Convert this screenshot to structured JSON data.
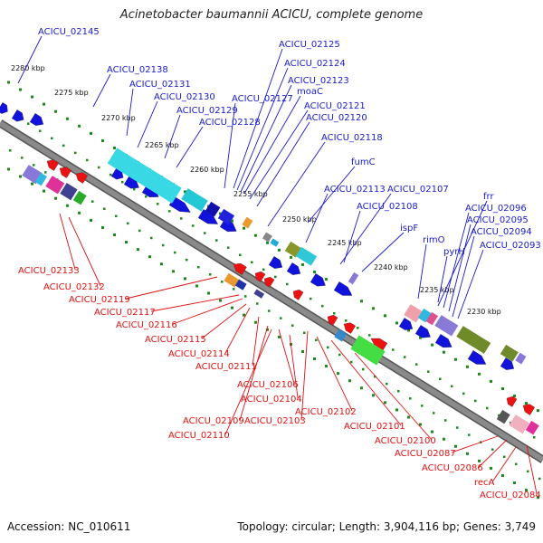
{
  "title": "Acinetobacter baumannii ACICU, complete genome",
  "footer": {
    "accession": "Accession: NC_010611",
    "topology": "Topology: circular; Length: 3,904,116 bp; Genes: 3,749"
  },
  "colors": {
    "forward_label": "#1a1acc",
    "reverse_label": "#dd1111",
    "backbone": "#8a8a8a",
    "tick_dot": "#1e8a1e"
  },
  "scale_labels": [
    "2280 kbp",
    "2275 kbp",
    "2270 kbp",
    "2265 kbp",
    "2260 kbp",
    "2255 kbp",
    "2250 kbp",
    "2245 kbp",
    "2240 kbp",
    "2235 kbp",
    "2230 kbp"
  ],
  "forward_labels": [
    "ACICU_02145",
    "ACICU_02138",
    "ACICU_02131",
    "ACICU_02130",
    "ACICU_02129",
    "ACICU_02128",
    "ACICU_02127",
    "ACICU_02125",
    "ACICU_02124",
    "moaC",
    "ACICU_02123",
    "ACICU_02121",
    "ACICU_02120",
    "ACICU_02118",
    "fumC",
    "ACICU_02113",
    "ACICU_02107",
    "ACICU_02108",
    "ispF",
    "rimO",
    "frr",
    "ACICU_02096",
    "ACICU_02095",
    "pyrH",
    "ACICU_02094",
    "ACICU_02093"
  ],
  "reverse_labels": [
    "ACICU_02133",
    "ACICU_02132",
    "ACICU_02119",
    "ACICU_02117",
    "ACICU_02116",
    "ACICU_02115",
    "ACICU_02114",
    "ACICU_02111",
    "ACICU_02106",
    "ACICU_02104",
    "ACICU_02102",
    "ACICU_02109",
    "ACICU_02103",
    "ACICU_02110",
    "ACICU_02101",
    "ACICU_02100",
    "ACICU_02087",
    "ACICU_02086",
    "recA",
    "ACICU_02084"
  ]
}
